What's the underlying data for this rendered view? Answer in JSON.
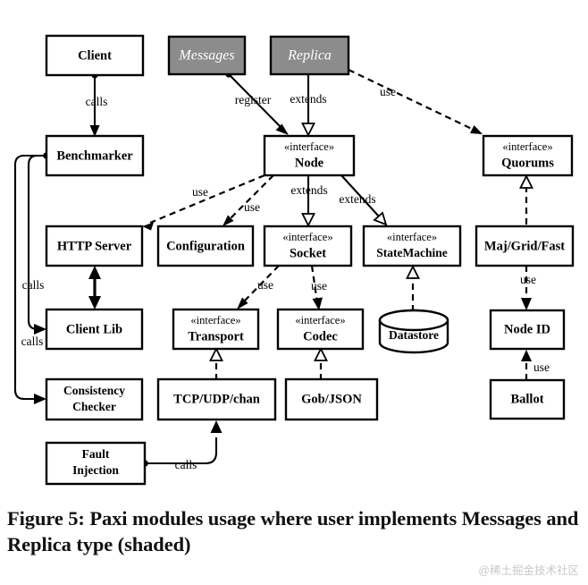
{
  "figure": {
    "caption": "Figure 5: Paxi modules usage where user implements Messages and Replica type (shaded)",
    "watermark": "@稀土掘金技术社区",
    "shaded_fill": "#8c8c8c",
    "stroke_color": "#000000",
    "background": "#ffffff"
  },
  "stereotype_text": "«interface»",
  "boxes": {
    "client": {
      "label": "Client",
      "shaded": false,
      "interface": false
    },
    "messages": {
      "label": "Messages",
      "shaded": true,
      "interface": false
    },
    "replica": {
      "label": "Replica",
      "shaded": true,
      "interface": false
    },
    "benchmarker": {
      "label": "Benchmarker",
      "shaded": false,
      "interface": false
    },
    "node": {
      "label": "Node",
      "shaded": false,
      "interface": true
    },
    "quorums": {
      "label": "Quorums",
      "shaded": false,
      "interface": true
    },
    "http_server": {
      "label": "HTTP Server",
      "shaded": false,
      "interface": false
    },
    "configuration": {
      "label": "Configuration",
      "shaded": false,
      "interface": false
    },
    "socket": {
      "label": "Socket",
      "shaded": false,
      "interface": true
    },
    "statemachine": {
      "label": "StateMachine",
      "shaded": false,
      "interface": true
    },
    "maj_grid_fast": {
      "label": "Maj/Grid/Fast",
      "shaded": false,
      "interface": false
    },
    "client_lib": {
      "label": "Client Lib",
      "shaded": false,
      "interface": false
    },
    "transport": {
      "label": "Transport",
      "shaded": false,
      "interface": true
    },
    "codec": {
      "label": "Codec",
      "shaded": false,
      "interface": true
    },
    "datastore": {
      "label": "Datastore",
      "shaded": false,
      "interface": false
    },
    "node_id": {
      "label": "Node ID",
      "shaded": false,
      "interface": false
    },
    "consistency_checker": {
      "label_line1": "Consistency",
      "label_line2": "Checker",
      "shaded": false,
      "interface": false
    },
    "tcp_udp_chan": {
      "label": "TCP/UDP/chan",
      "shaded": false,
      "interface": false
    },
    "gob_json": {
      "label": "Gob/JSON",
      "shaded": false,
      "interface": false
    },
    "ballot": {
      "label": "Ballot",
      "shaded": false,
      "interface": false
    },
    "fault_injection": {
      "label_line1": "Fault",
      "label_line2": "Injection",
      "shaded": false,
      "interface": false
    }
  },
  "edges": {
    "client_to_benchmarker": {
      "label": "calls",
      "style": "solid"
    },
    "messages_to_node": {
      "label": "register",
      "style": "solid"
    },
    "replica_to_node": {
      "label": "extends",
      "style": "solid"
    },
    "replica_to_quorums": {
      "label": "use",
      "style": "dashed"
    },
    "node_to_http_server": {
      "label": "use",
      "style": "dashed"
    },
    "node_to_configuration": {
      "label": "use",
      "style": "dashed"
    },
    "node_to_socket": {
      "label": "extends",
      "style": "solid"
    },
    "node_to_statemachine": {
      "label": "extends",
      "style": "solid"
    },
    "http_server_to_client_lib": {
      "label": "",
      "style": "solid"
    },
    "benchmarker_to_client_lib": {
      "label": "calls",
      "style": "solid"
    },
    "benchmarker_to_consistency_checker": {
      "label": "calls",
      "style": "solid"
    },
    "socket_to_transport": {
      "label": "use",
      "style": "dashed"
    },
    "socket_to_codec": {
      "label": "use",
      "style": "dashed"
    },
    "datastore_to_statemachine": {
      "label": "",
      "style": "dashed"
    },
    "maj_grid_fast_to_quorums": {
      "label": "",
      "style": "dashed"
    },
    "maj_grid_fast_to_node_id": {
      "label": "use",
      "style": "dashed"
    },
    "ballot_to_node_id": {
      "label": "use",
      "style": "dashed"
    },
    "tcp_to_transport": {
      "label": "",
      "style": "dashed"
    },
    "gob_to_codec": {
      "label": "",
      "style": "dashed"
    },
    "fault_injection_to_tcp": {
      "label": "calls",
      "style": "solid"
    }
  }
}
